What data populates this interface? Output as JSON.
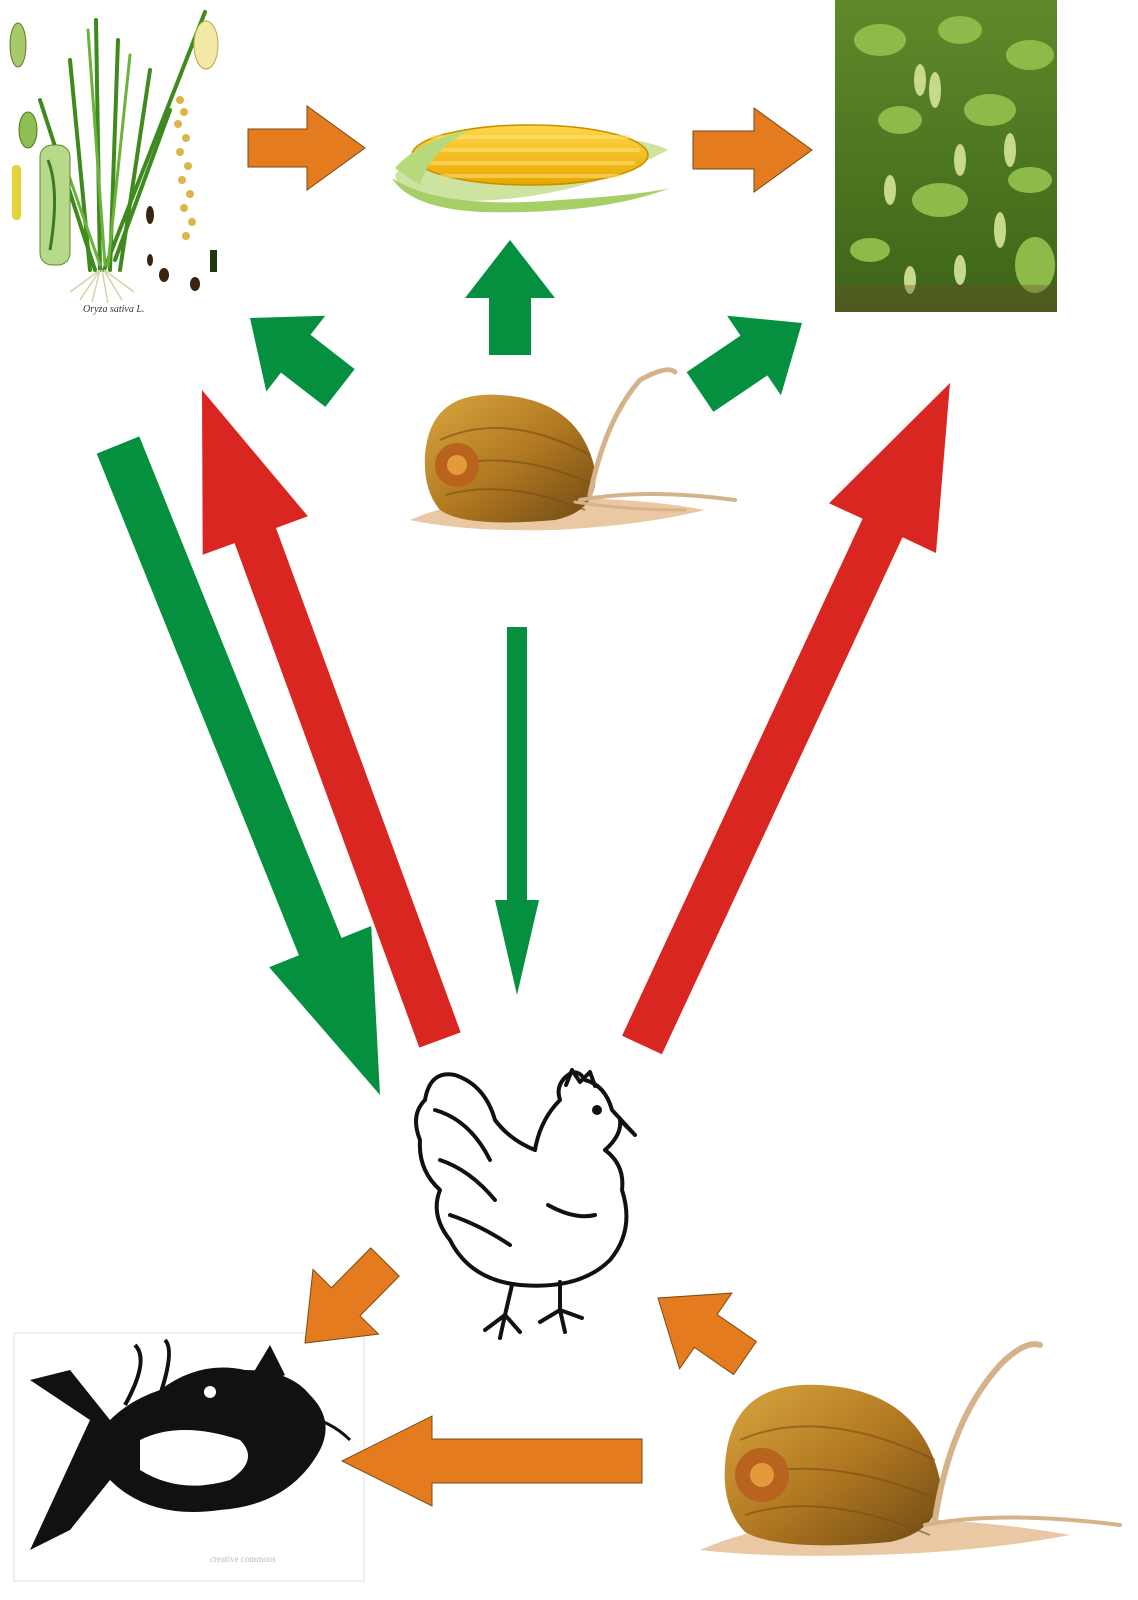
{
  "nodes": {
    "rice": {
      "caption": "Oryza sativa L."
    },
    "corn": {},
    "soybean": {},
    "snail_top": {},
    "chicken": {},
    "catfish": {
      "watermark": "creative commons"
    },
    "snail_bottom": {}
  },
  "colors": {
    "orange": "#E47B1E",
    "green": "#05903F",
    "red": "#DA2620",
    "outline": "#7a4a12"
  },
  "arrows": [
    {
      "name": "rice-to-corn-arrow",
      "from": "rice",
      "to": "corn",
      "color": "orange"
    },
    {
      "name": "corn-to-soybean-arrow",
      "from": "corn",
      "to": "soybean",
      "color": "orange"
    },
    {
      "name": "snail-to-rice-arrow",
      "from": "snail_top",
      "to": "rice",
      "color": "green"
    },
    {
      "name": "snail-to-corn-arrow",
      "from": "snail_top",
      "to": "corn",
      "color": "green"
    },
    {
      "name": "snail-to-soybean-arrow",
      "from": "snail_top",
      "to": "soybean",
      "color": "green"
    },
    {
      "name": "rice-to-chicken-arrow",
      "from": "rice",
      "to": "chicken",
      "color": "green"
    },
    {
      "name": "chicken-to-rice-arrow",
      "from": "chicken",
      "to": "rice",
      "color": "red"
    },
    {
      "name": "snail-to-chicken-arrow",
      "from": "snail_top",
      "to": "chicken",
      "color": "green"
    },
    {
      "name": "chicken-to-soybean-arrow",
      "from": "chicken",
      "to": "soybean",
      "color": "red"
    },
    {
      "name": "chicken-to-catfish-arrow",
      "from": "chicken",
      "to": "catfish",
      "color": "orange"
    },
    {
      "name": "snail-to-catfish-arrow",
      "from": "snail_bottom",
      "to": "catfish",
      "color": "orange"
    },
    {
      "name": "snail-bottom-to-chicken-arrow",
      "from": "snail_bottom",
      "to": "chicken",
      "color": "orange"
    }
  ]
}
